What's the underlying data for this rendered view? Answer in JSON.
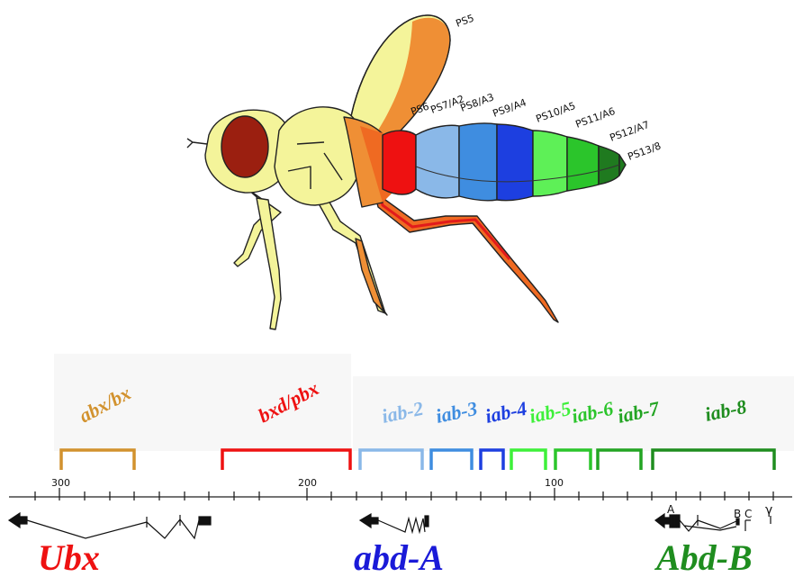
{
  "segment_labels": [
    "PS5",
    "PS6",
    "PS7/A2",
    "PS8/A3",
    "PS9/A4",
    "PS10/A5",
    "PS11/A6",
    "PS12/A7",
    "PS13/8"
  ],
  "domains": [
    {
      "label": "abx/bx",
      "color": "#d2922e"
    },
    {
      "label": "bxd/pbx",
      "color": "#ee1111"
    },
    {
      "label": "iab-2",
      "color": "#8ab8e8"
    },
    {
      "label": "iab-3",
      "color": "#3f8de0"
    },
    {
      "label": "iab-4",
      "color": "#1d3fe0"
    },
    {
      "label": "iab-5",
      "color": "#3ef03a"
    },
    {
      "label": "iab-6",
      "color": "#2bc52b"
    },
    {
      "label": "iab-7",
      "color": "#22a422"
    },
    {
      "label": "iab-8",
      "color": "#1f8d1f"
    }
  ],
  "axis_ticks": [
    "300",
    "200",
    "100"
  ],
  "genes": [
    {
      "label": "Ubx",
      "color": "#ee1111"
    },
    {
      "label": "abd-A",
      "color": "#1a1ad8"
    },
    {
      "label": "Abd-B",
      "color": "#1f8d1f"
    }
  ],
  "promoter_labels": [
    "A",
    "B",
    "C",
    "γ"
  ]
}
